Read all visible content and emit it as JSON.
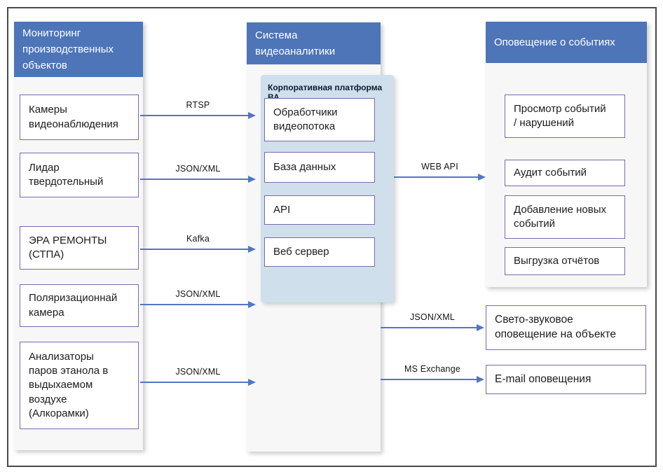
{
  "panels": {
    "monitoring": {
      "title": "Мониторинг\nпроизводственных\nобъектов",
      "boxes": [
        "Камеры\nвидеонаблюдения",
        "Лидар\nтвердотельный",
        "ЭРА РЕМОНТЫ\n(СТПА)",
        "Поляризационнай\nкамера",
        "Анализаторы\nпаров этанола в\nвыдыхаемом\nвоздухе\n(Алкорамки)"
      ]
    },
    "analytics": {
      "title": "Система\nвидеоаналитики",
      "platform_title": "Корпоративная платформа ВА",
      "boxes": [
        "Обработчики\nвидеопотока",
        "База данных",
        "API",
        "Веб сервер"
      ]
    },
    "alerts": {
      "title": "Оповещение о событиях",
      "boxes": [
        "Просмотр событий\n/ нарушений",
        "Аудит событий",
        "Добавление новых\nсобытий",
        "Выгрузка отчётов"
      ],
      "external_boxes": [
        "Свето-звуковое\nоповещение на объекте",
        "E-mail оповещения"
      ]
    }
  },
  "arrows": {
    "rtsp": "RTSP",
    "lidar_json": "JSON/XML",
    "kafka": "Kafka",
    "polar_json": "JSON/XML",
    "alco_json": "JSON/XML",
    "web_api": "WEB API",
    "alert_json": "JSON/XML",
    "ms_exchange": "MS Exchange"
  },
  "colors": {
    "header_blue": "#4d75b8",
    "platform_blue": "#cfe0ec",
    "panel_gray": "#f7f7f7",
    "box_border": "#7d68ae",
    "arrow_blue": "#4f77c8",
    "frame_border": "#4a4a4a",
    "text_dark": "#1c1c1c",
    "header_text": "#ffffff"
  }
}
